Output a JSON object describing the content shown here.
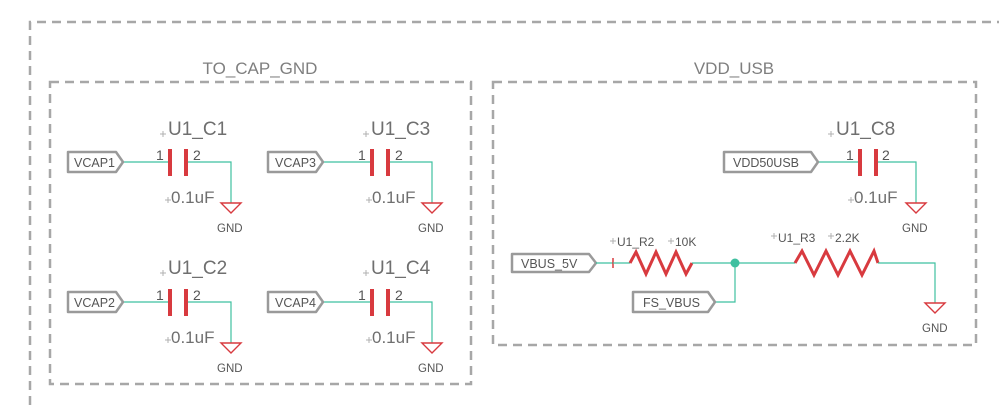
{
  "groups": [
    {
      "id": "to-cap-gnd",
      "title": "TO_CAP_GND"
    },
    {
      "id": "vdd-usb",
      "title": "VDD_USB"
    }
  ],
  "capacitors": [
    {
      "ref": "U1_C1",
      "value": "0.1uF",
      "pin1": "1",
      "pin2": "2",
      "port": "VCAP1",
      "gnd": "GND"
    },
    {
      "ref": "U1_C3",
      "value": "0.1uF",
      "pin1": "1",
      "pin2": "2",
      "port": "VCAP3",
      "gnd": "GND"
    },
    {
      "ref": "U1_C2",
      "value": "0.1uF",
      "pin1": "1",
      "pin2": "2",
      "port": "VCAP2",
      "gnd": "GND"
    },
    {
      "ref": "U1_C4",
      "value": "0.1uF",
      "pin1": "1",
      "pin2": "2",
      "port": "VCAP4",
      "gnd": "GND"
    },
    {
      "ref": "U1_C8",
      "value": "0.1uF",
      "pin1": "1",
      "pin2": "2",
      "port": "VDD50USB",
      "gnd": "GND"
    }
  ],
  "resistors": [
    {
      "ref": "U1_R2",
      "value": "10K"
    },
    {
      "ref": "U1_R3",
      "value": "2.2K"
    }
  ],
  "ports": {
    "vbus": "VBUS_5V",
    "fs_vbus": "FS_VBUS"
  },
  "r3_gnd": "GND",
  "colors": {
    "component": "#d83a3f",
    "wire": "#3fc0a0",
    "frame": "#a7a7a7",
    "port_outline": "#9a9a9a"
  }
}
